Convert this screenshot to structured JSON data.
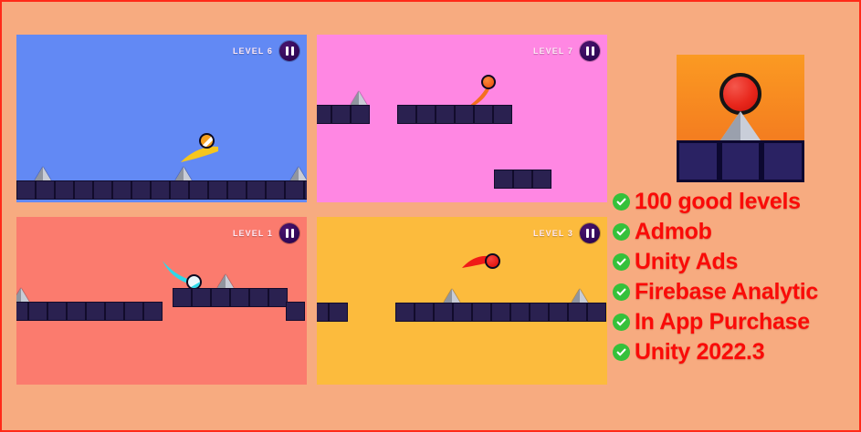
{
  "poster": {
    "background_color": "#f7ab80",
    "border_color": "#ff2a18"
  },
  "app_icon": {
    "name": "game-app-icon",
    "background_color": "#f58220",
    "ball_color": "#e8271c",
    "spike_color": "#c9ced9",
    "block_color": "#2a2263"
  },
  "panels": [
    {
      "id": "panel-blue",
      "level_label": "LEVEL 6",
      "background_color": "#6289f4",
      "pause_label": "pause",
      "ball_color": "#f6a01e",
      "trail_color": "#f6c61e"
    },
    {
      "id": "panel-pink",
      "level_label": "LEVEL 7",
      "background_color": "#ff87e3",
      "pause_label": "pause",
      "ball_color": "#f2601a",
      "trail_color": "#f4701f"
    },
    {
      "id": "panel-salmon",
      "level_label": "LEVEL 1",
      "background_color": "#fb7b6e",
      "pause_label": "pause",
      "ball_color": "#eaf7fb",
      "trail_color": "#2fd8e8"
    },
    {
      "id": "panel-amber",
      "level_label": "LEVEL 3",
      "background_color": "#fcbb3d",
      "pause_label": "pause",
      "ball_color": "#ee1f1c",
      "trail_color": "#f01a17"
    }
  ],
  "features": {
    "check_color": "#35c13a",
    "text_color": "#fa0b08",
    "items": [
      {
        "label": "100 good levels"
      },
      {
        "label": "Admob"
      },
      {
        "label": "Unity Ads"
      },
      {
        "label": "Firebase Analytic"
      },
      {
        "label": "In App Purchase"
      },
      {
        "label": "Unity 2022.3"
      }
    ]
  }
}
